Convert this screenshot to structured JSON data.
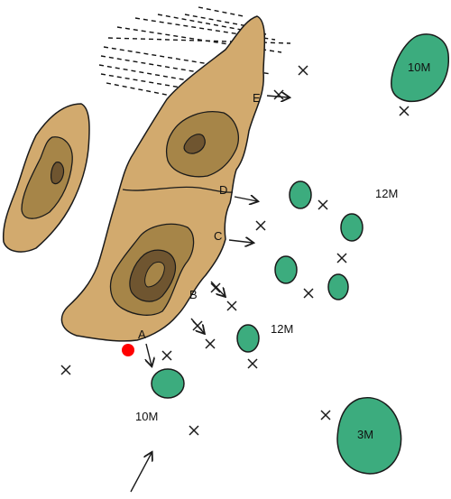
{
  "colors": {
    "island_fill": "#d2aa6e",
    "contour1_fill": "#a68548",
    "contour2_fill": "#6f5530",
    "reef_fill": "#3cac7e",
    "outline": "#1a1a1a",
    "marker": "#ff0000"
  },
  "point_labels": {
    "a": "A",
    "b": "B",
    "c": "C",
    "d": "D",
    "e": "E"
  },
  "depth_labels": {
    "reef_top_right": "10M",
    "open_right_upper": "12M",
    "open_right_lower": "12M",
    "below_reef_left": "10M",
    "reef_bottom_right": "3M"
  },
  "icons": {
    "marker": "red-dot",
    "cross": "x-mark",
    "arrow": "arrow"
  }
}
